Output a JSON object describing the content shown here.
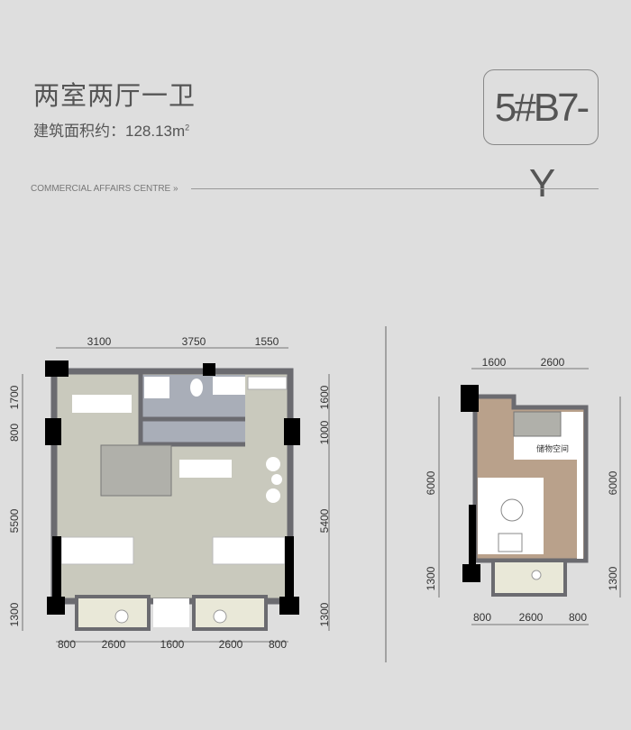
{
  "header": {
    "title": "两室两厅一卫",
    "area_label": "建筑面积约：128.13m",
    "area_sup": "2",
    "unit_code": "5#B7-Y",
    "brand": "COMMERCIAL AFFAIRS CENTRE »"
  },
  "plan_lower": {
    "top_dims": [
      "3100",
      "3750",
      "1550"
    ],
    "left_dims": [
      "1700",
      "800",
      "5500",
      "1300"
    ],
    "right_dims": [
      "1600",
      "1000",
      "5400",
      "1300"
    ],
    "bottom_dims": [
      "800",
      "2600",
      "1600",
      "2600",
      "800"
    ]
  },
  "plan_upper": {
    "room_label": "储物空间",
    "top_dims": [
      "1600",
      "2600"
    ],
    "left_dims": [
      "6000",
      "1300"
    ],
    "right_dims": [
      "6000",
      "1300"
    ],
    "bottom_dims": [
      "800",
      "2600",
      "800"
    ]
  },
  "colors": {
    "wall": "#6b6b70",
    "floor_lower": "#c9c9bd",
    "bath": "#a9aeb8",
    "floor_upper": "#b9a18b",
    "column": "#000000"
  }
}
